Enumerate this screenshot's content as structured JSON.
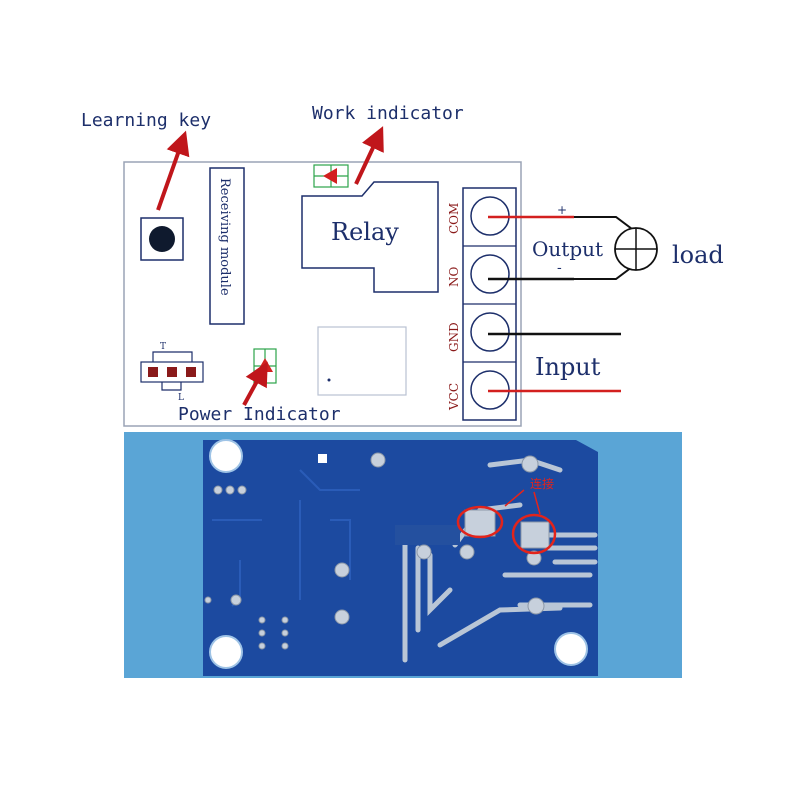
{
  "labels": {
    "learning_key": "Learning key",
    "work_indicator": "Work indicator",
    "power_indicator": "Power Indicator",
    "relay": "Relay",
    "receiving_module": "Receiving module",
    "output": "Output",
    "load": "load",
    "input": "Input",
    "plus": "+",
    "minus": "-",
    "jumper_t": "T",
    "jumper_l": "L",
    "connect_note": "连接"
  },
  "terminals": [
    "COM",
    "NO",
    "GND",
    "VCC"
  ],
  "colors": {
    "label_text": "#1d2f6b",
    "arrow": "#c0161b",
    "wire_red": "#d3201f",
    "wire_black": "#111111",
    "pcb_blue": "#1c4aa0",
    "pcb_background": "#5aa5d6",
    "terminal_text": "#8a1a1a"
  }
}
